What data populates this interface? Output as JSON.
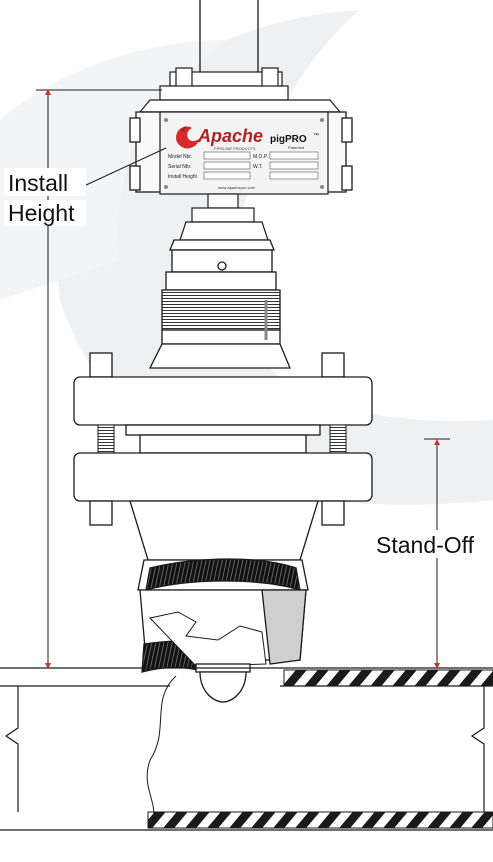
{
  "callouts": {
    "install_line1": "Install",
    "install_line2": "Height",
    "standoff": "Stand-Off"
  },
  "nameplate": {
    "brand": "Apache",
    "brand_sub": "PIPELINE PRODUCTS",
    "product": "pigPRO",
    "trademark": "™",
    "patented": "Patented",
    "model_label": "Model Nbr.",
    "serial_label": "Serial Nbr.",
    "install_label": "Install Height",
    "mop_label": "M.O.P.",
    "wt_label": "W.T.",
    "website": "www.apachepro.com"
  },
  "colors": {
    "line": "#1a1a1a",
    "arrow": "#c0392b",
    "watermark": "#eef0f1",
    "plate": "#f4f4f4",
    "shade": "#cfcfcf"
  }
}
